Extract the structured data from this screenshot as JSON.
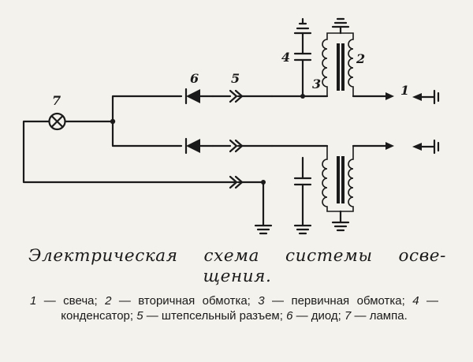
{
  "diagram": {
    "labels": {
      "lamp": "7",
      "diode": "6",
      "connector": "5",
      "capacitor": "4",
      "primary_winding": "3",
      "secondary_winding": "2",
      "spark_plug": "1"
    }
  },
  "caption": {
    "line1": "Электрическая схема системы осве-",
    "line2": "щения."
  },
  "legend": {
    "items": [
      {
        "num": "1",
        "text": " — свеча; "
      },
      {
        "num": "2",
        "text": " — вторичная обмотка; "
      },
      {
        "num": "3",
        "text": " — первичная обмотка; "
      },
      {
        "num": "4",
        "text": " — конденсатор; "
      },
      {
        "num": "5",
        "text": " — штепсельный разъем; "
      },
      {
        "num": "6",
        "text": " — диод; "
      },
      {
        "num": "7",
        "text": " — лампа."
      }
    ]
  }
}
